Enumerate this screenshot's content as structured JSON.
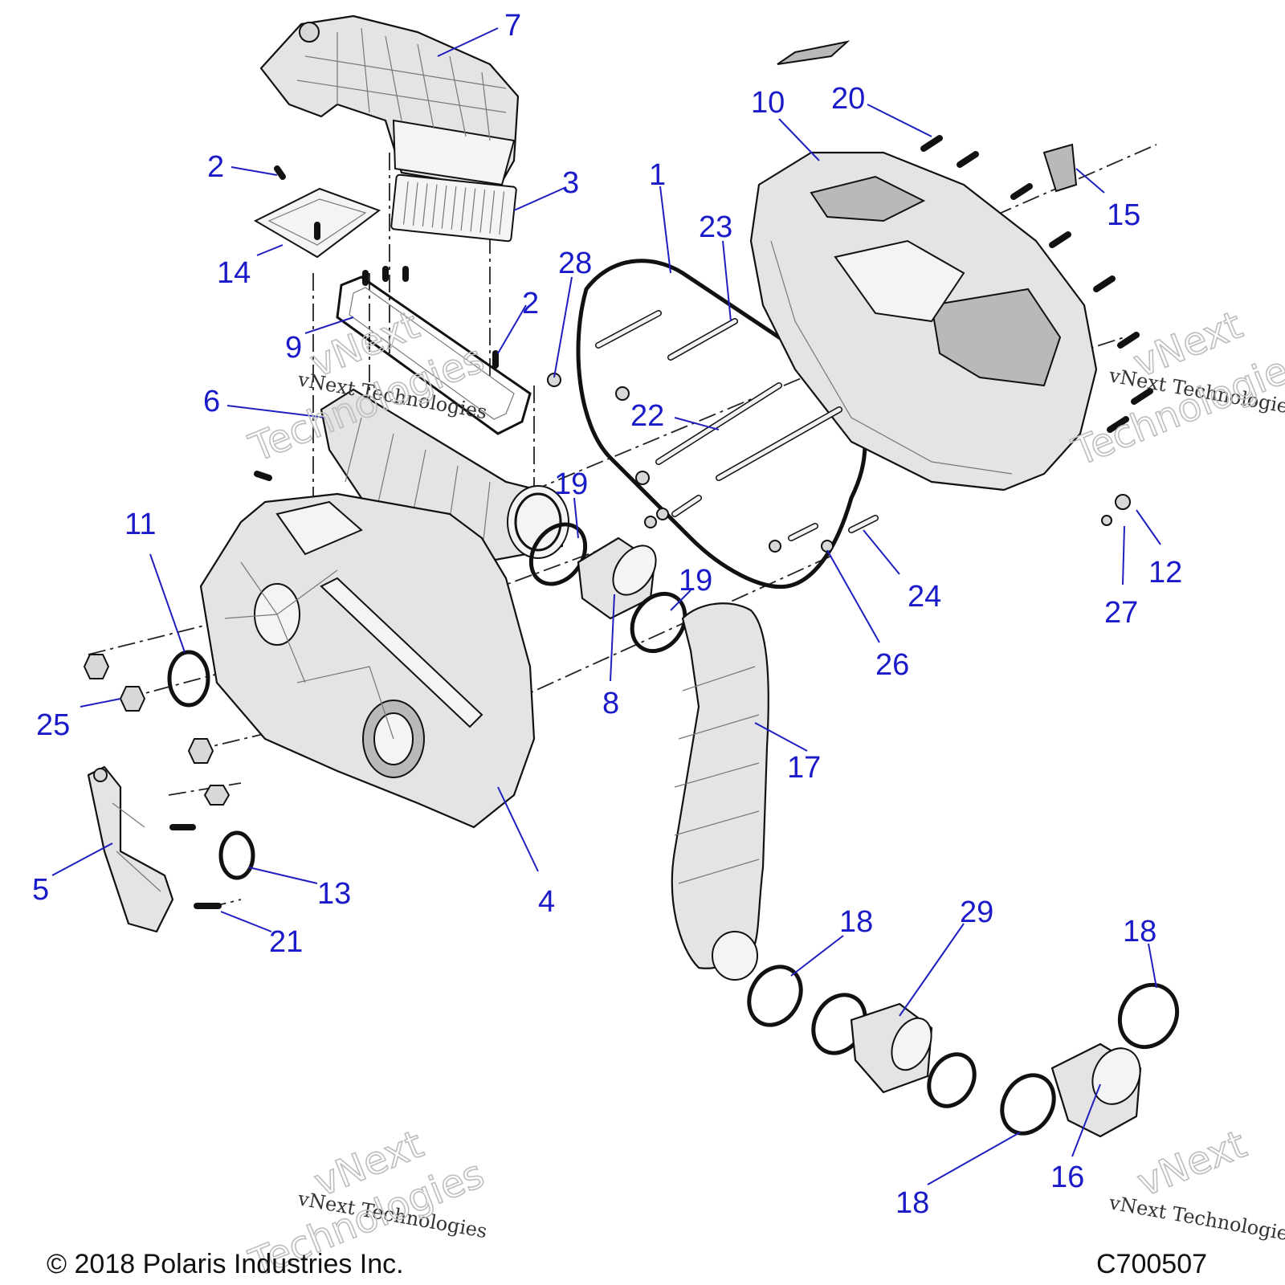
{
  "callouts": {
    "c1": "1",
    "c2a": "2",
    "c2b": "2",
    "c3": "3",
    "c4": "4",
    "c5": "5",
    "c6": "6",
    "c7": "7",
    "c8": "8",
    "c9": "9",
    "c10": "10",
    "c11": "11",
    "c12": "12",
    "c13": "13",
    "c14": "14",
    "c15": "15",
    "c16": "16",
    "c17": "17",
    "c18a": "18",
    "c18b": "18",
    "c18c": "18",
    "c19a": "19",
    "c19b": "19",
    "c20": "20",
    "c21": "21",
    "c22": "22",
    "c23": "23",
    "c24": "24",
    "c25": "25",
    "c26": "26",
    "c27": "27",
    "c28": "28",
    "c29": "29"
  },
  "watermark": {
    "line1": "vNext Technologies",
    "brand": "vNext",
    "word": "Technologies"
  },
  "footer": {
    "copyright": "© 2018 Polaris Industries Inc.",
    "code": "C700507"
  }
}
